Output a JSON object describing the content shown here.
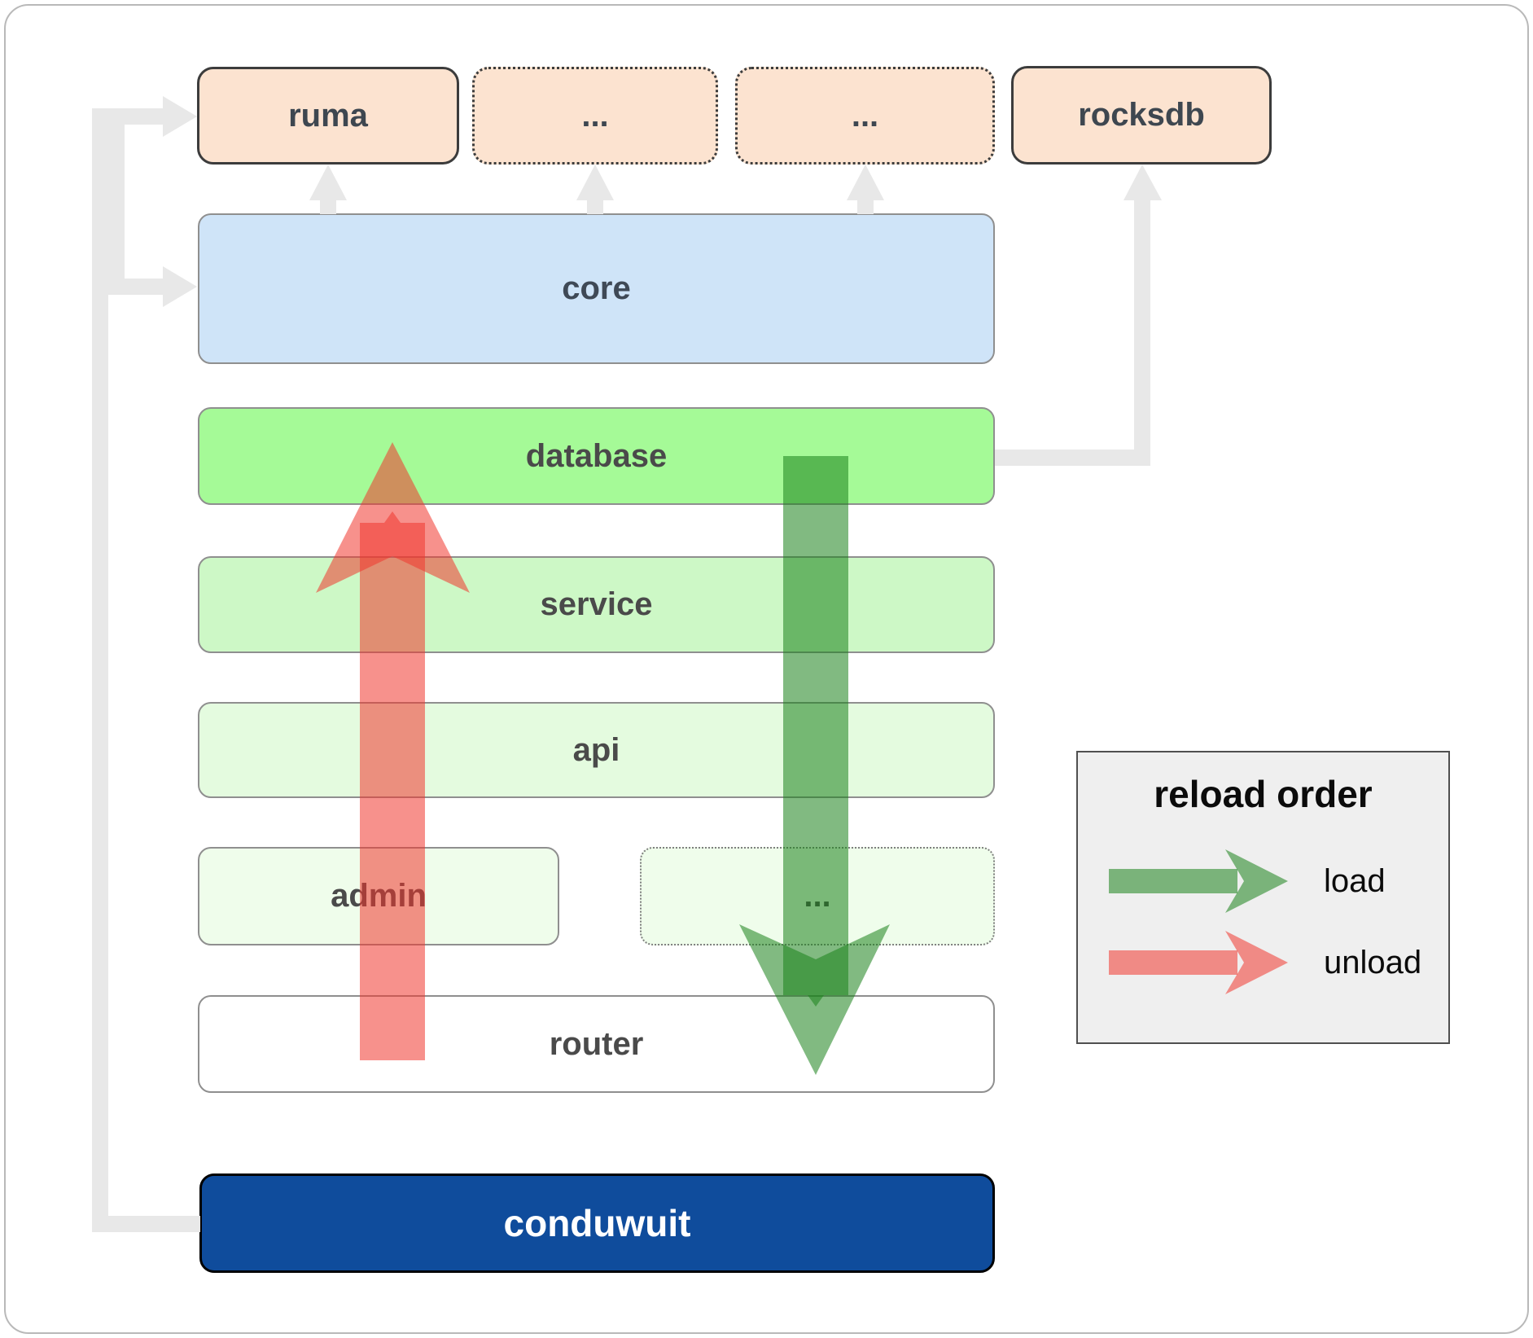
{
  "boxes": {
    "ruma": "ruma",
    "ext1": "...",
    "ext2": "...",
    "rocksdb": "rocksdb",
    "core": "core",
    "database": "database",
    "service": "service",
    "api": "api",
    "admin": "admin",
    "admin_ext": "...",
    "router": "router",
    "conduwuit": "conduwuit"
  },
  "legend": {
    "title": "reload order",
    "items": [
      {
        "label": "load",
        "icon": "load-arrow-icon",
        "color": "rgba(25,130,25,0.55)"
      },
      {
        "label": "unload",
        "icon": "unload-arrow-icon",
        "color": "rgba(240,55,45,0.55)"
      }
    ],
    "load": "load",
    "unload": "unload"
  },
  "colors": {
    "peach_box": "#fce3d0",
    "box_border_dark": "#3c3c3c",
    "box_border_gray": "#8f8f8f",
    "core_blue": "#cfe4f8",
    "database_green": "#a5fa97",
    "service_green": "#cdf8c6",
    "api_green": "#e4fbdf",
    "admin_green": "#effdeb",
    "router_white": "#ffffff",
    "conduwuit_blue": "#0f4c9c",
    "load_arrow_green": "rgba(25,130,25,0.55)",
    "unload_arrow_red": "rgba(240,55,45,0.55)",
    "connector_gray": "#e8e8e8",
    "label_gray": "#4a4a4a"
  }
}
